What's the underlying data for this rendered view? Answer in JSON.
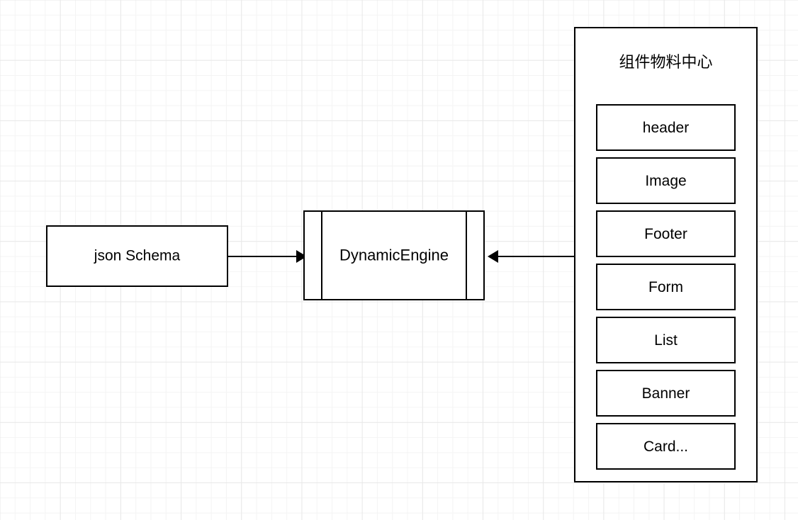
{
  "diagram": {
    "background": "grid-paper",
    "grid_color_minor": "#f4f4f4",
    "grid_color_major": "#e8e8e8",
    "stroke_color": "#000000",
    "fill_color": "#ffffff"
  },
  "nodes": {
    "json_schema": {
      "label": "json Schema",
      "shape": "rectangle"
    },
    "dynamic_engine": {
      "label": "DynamicEngine",
      "shape": "process"
    },
    "material_center": {
      "title": "组件物料中心",
      "shape": "container",
      "components": [
        {
          "label": "header"
        },
        {
          "label": "Image"
        },
        {
          "label": "Footer"
        },
        {
          "label": "Form"
        },
        {
          "label": "List"
        },
        {
          "label": "Banner"
        },
        {
          "label": "Card..."
        }
      ]
    }
  },
  "edges": [
    {
      "name": "schema-to-engine",
      "from": "json Schema",
      "to": "DynamicEngine",
      "direction": "right"
    },
    {
      "name": "panel-to-engine",
      "from": "组件物料中心",
      "to": "DynamicEngine",
      "direction": "left"
    }
  ]
}
